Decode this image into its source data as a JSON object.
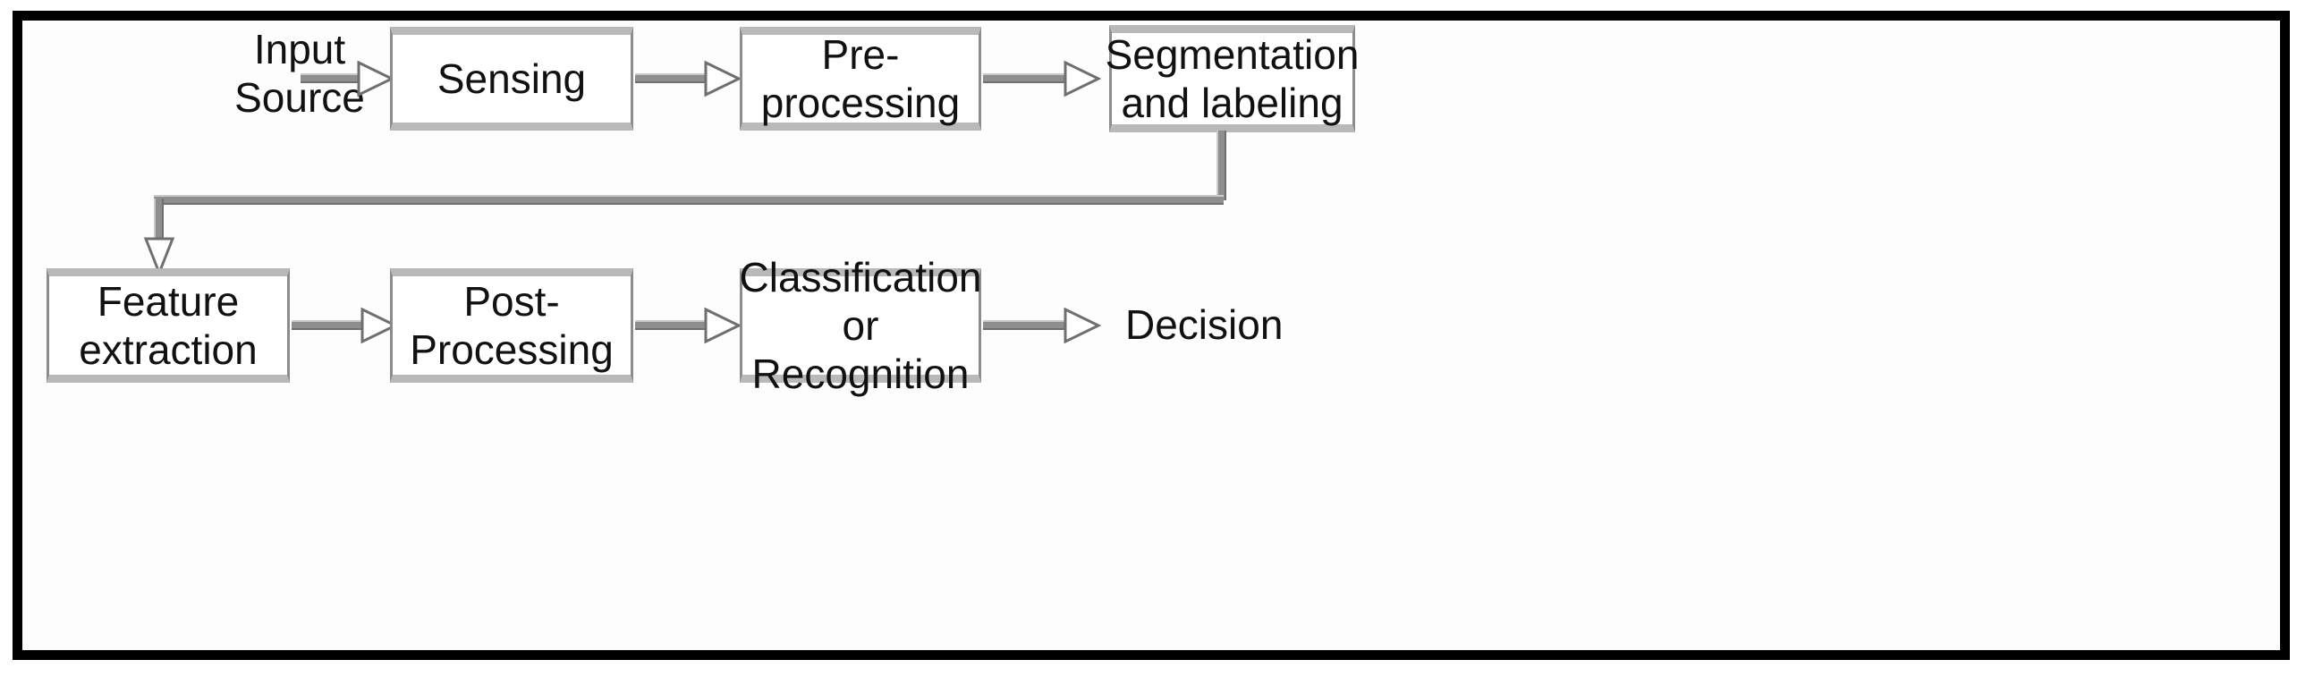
{
  "diagram": {
    "title": "Pattern Recognition System Block Diagram",
    "type": "flowchart",
    "orientation": "left-to-right with feedback loop",
    "colors": {
      "frame": "#000000",
      "box_border_side": "#8c8c8c",
      "box_border_topbottom": "#b9b9b9",
      "box_fill": "#ffffff",
      "connector": "#8e8e8e",
      "text": "#111111",
      "background": "#ffffff"
    },
    "labels": {
      "input_source": "Input\nSource",
      "decision": "Decision"
    },
    "nodes": [
      {
        "id": "sensing",
        "label": "Sensing",
        "row": "top"
      },
      {
        "id": "pre-processing",
        "label": "Pre-processing",
        "row": "top"
      },
      {
        "id": "segmentation",
        "label": "Segmentation\nand labeling",
        "row": "top"
      },
      {
        "id": "feature",
        "label": "Feature\nextraction",
        "row": "bottom"
      },
      {
        "id": "post",
        "label": "Post-\nProcessing",
        "row": "bottom"
      },
      {
        "id": "classification",
        "label": "Classification\nor Recognition",
        "row": "bottom"
      }
    ],
    "edges": [
      {
        "from": "input_source",
        "to": "sensing"
      },
      {
        "from": "sensing",
        "to": "pre-processing"
      },
      {
        "from": "pre-processing",
        "to": "segmentation"
      },
      {
        "from": "segmentation",
        "to": "feature",
        "style": "feedback-routed"
      },
      {
        "from": "feature",
        "to": "post"
      },
      {
        "from": "post",
        "to": "classification"
      },
      {
        "from": "classification",
        "to": "decision"
      }
    ]
  }
}
